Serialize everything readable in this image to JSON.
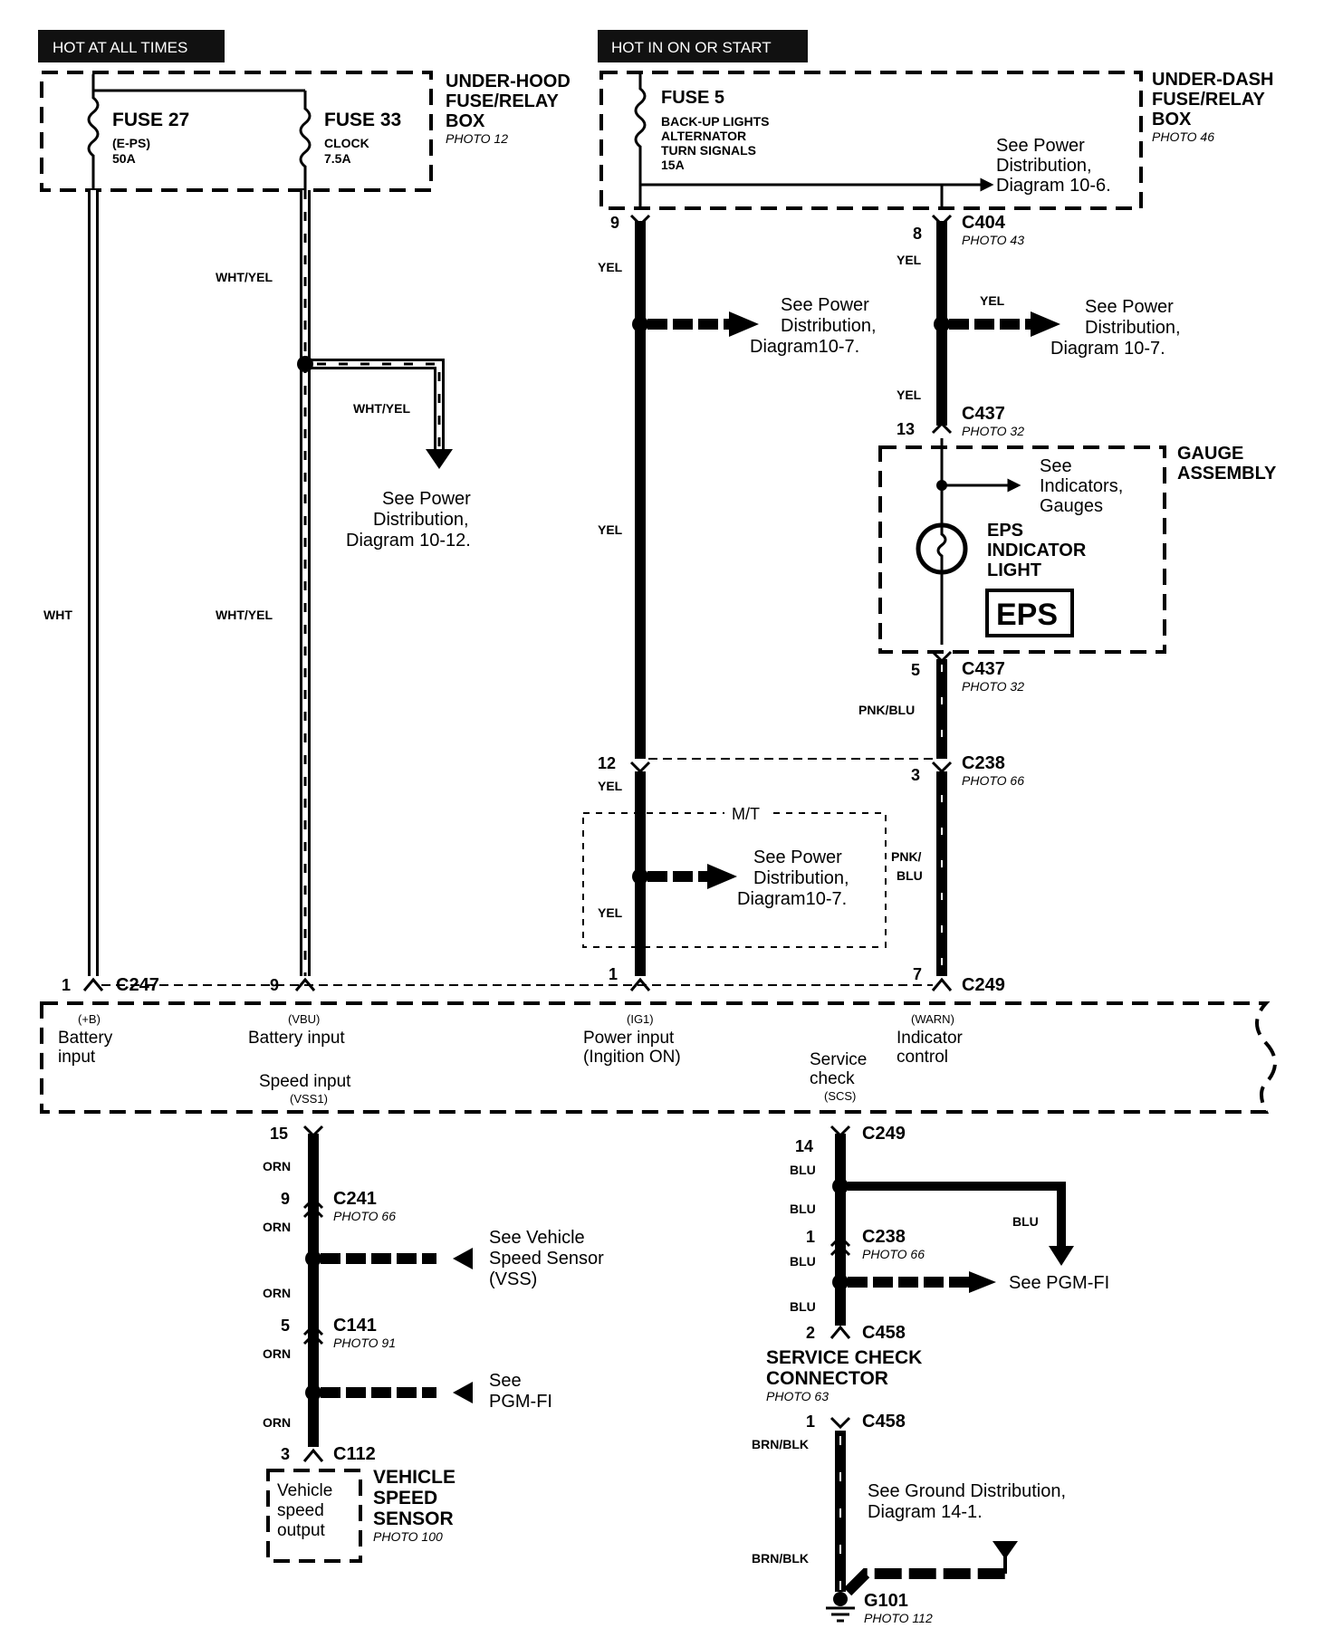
{
  "headers": {
    "hot_at_all_times": "HOT AT ALL TIMES",
    "hot_in_on": "HOT IN ON OR START"
  },
  "underhood_box": {
    "title_line1": "UNDER-HOOD",
    "title_line2": "FUSE/RELAY",
    "title_line3": "BOX",
    "photo": "PHOTO 12",
    "fuse27_name": "FUSE 27",
    "fuse27_desc": "(E-PS)",
    "fuse27_rating": "50A",
    "fuse33_name": "FUSE 33",
    "fuse33_desc": "CLOCK",
    "fuse33_rating": "7.5A"
  },
  "underdash_box": {
    "title_line1": "UNDER-DASH",
    "title_line2": "FUSE/RELAY",
    "title_line3": "BOX",
    "photo": "PHOTO 46",
    "fuse5_name": "FUSE 5",
    "fuse5_desc1": "BACK-UP LIGHTS",
    "fuse5_desc2": "ALTERNATOR",
    "fuse5_desc3": "TURN SIGNALS",
    "fuse5_rating": "15A",
    "ref_line1": "See Power",
    "ref_line2": "Distribution,",
    "ref_line3": "Diagram 10-6."
  },
  "wire_colors": {
    "wht": "WHT",
    "wht_yel": "WHT/YEL",
    "yel": "YEL",
    "pnk_blu": "PNK/BLU",
    "pnk": "PNK/",
    "blu": "BLU",
    "orn": "ORN",
    "brn_blk": "BRN/BLK"
  },
  "connectors": {
    "c404": "C404",
    "c404_photo": "PHOTO 43",
    "c437": "C437",
    "c437_photo": "PHOTO 32",
    "c238": "C238",
    "c238_photo": "PHOTO 66",
    "c247": "C247",
    "c249": "C249",
    "c241": "C241",
    "c241_photo": "PHOTO 66",
    "c141": "C141",
    "c141_photo": "PHOTO 91",
    "c112": "C112",
    "c458": "C458",
    "c458_photo": "PHOTO 63",
    "g101": "G101",
    "g101_photo": "PHOTO 112"
  },
  "pins": {
    "p9_top": "9",
    "p8": "8",
    "p13": "13",
    "p5": "5",
    "p12": "12",
    "p3": "3",
    "p1_c247": "1",
    "p9_c247": "9",
    "p1_c249": "1",
    "p7_c249": "7",
    "p15": "15",
    "p9_c241": "9",
    "p5_c141": "5",
    "p3_c112": "3",
    "p14": "14",
    "p1_c238": "1",
    "p2_c458": "2",
    "p1_c458": "1"
  },
  "refs": {
    "pd_10_7_a1": "See Power",
    "pd_10_7_a2": "Distribution,",
    "pd_10_7_a3": "Diagram10-7.",
    "pd_10_7_b1": "See Power",
    "pd_10_7_b2": "Distribution,",
    "pd_10_7_b3": "Diagram 10-7.",
    "pd_10_12_1": "See Power",
    "pd_10_12_2": "Distribution,",
    "pd_10_12_3": "Diagram 10-12.",
    "pd_10_7_c1": "See Power",
    "pd_10_7_c2": "Distribution,",
    "pd_10_7_c3": "Diagram10-7.",
    "ind_1": "See",
    "ind_2": "Indicators,",
    "ind_3": "Gauges",
    "vss_1": "See Vehicle",
    "vss_2": "Speed Sensor",
    "vss_3": "(VSS)",
    "pgm_a1": "See",
    "pgm_a2": "PGM-FI",
    "pgm_b": "See PGM-FI",
    "gnd_1": "See Ground Distribution,",
    "gnd_2": "Diagram 14-1."
  },
  "gauge": {
    "title_line1": "GAUGE",
    "title_line2": "ASSEMBLY",
    "light_line1": "EPS",
    "light_line2": "INDICATOR",
    "light_line3": "LIGHT",
    "badge": "EPS"
  },
  "mt_label": "M/T",
  "ecu": {
    "pin_b": "(+B)",
    "battery_1": "Battery",
    "battery_2": "input",
    "pin_vbu": "(VBU)",
    "battery_input": "Battery input",
    "speed_input": "Speed input",
    "pin_vss1": "(VSS1)",
    "pin_ig1": "(IG1)",
    "power_input": "Power input",
    "ignition_on": "(Ingition ON)",
    "service_1": "Service",
    "service_2": "check",
    "pin_scs": "(SCS)",
    "pin_warn": "(WARN)",
    "indicator_1": "Indicator",
    "indicator_2": "control"
  },
  "components": {
    "scc_1": "SERVICE CHECK",
    "scc_2": "CONNECTOR",
    "vss_title1": "VEHICLE",
    "vss_title2": "SPEED",
    "vss_title3": "SENSOR",
    "vss_photo": "PHOTO 100",
    "vss_box1": "Vehicle",
    "vss_box2": "speed",
    "vss_box3": "output"
  }
}
